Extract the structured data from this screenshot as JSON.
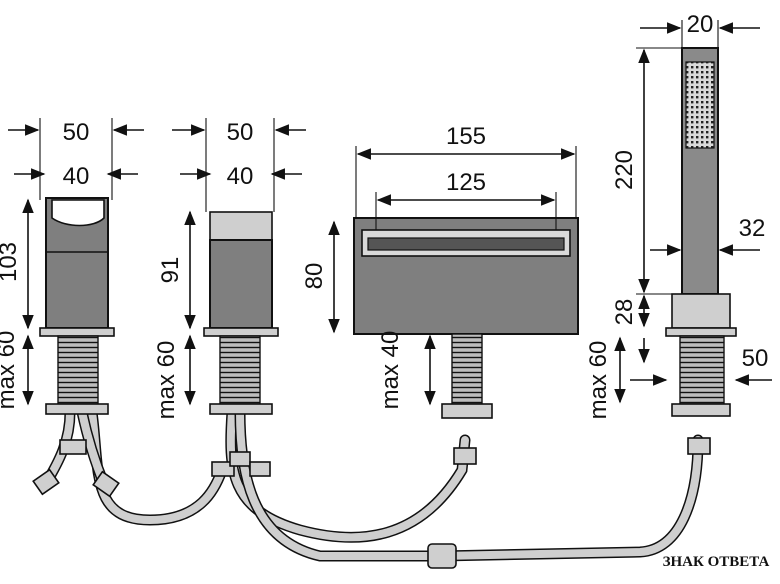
{
  "drawing": {
    "dims": {
      "spout_outer_width": "50",
      "spout_inner_width": "40",
      "spout_height": "103",
      "spout_max": "max 60",
      "mixer_outer_width": "50",
      "mixer_inner_width": "40",
      "mixer_height": "91",
      "mixer_max": "max 60",
      "cascade_outer_width": "155",
      "cascade_inner_width": "125",
      "cascade_height": "80",
      "cascade_max": "max 40",
      "shower_width": "20",
      "shower_length": "220",
      "shower_head": "32",
      "holder_height": "28",
      "holder_width": "50",
      "holder_max": "max 60"
    },
    "watermark": "ЗНАК ОТВЕТА"
  }
}
